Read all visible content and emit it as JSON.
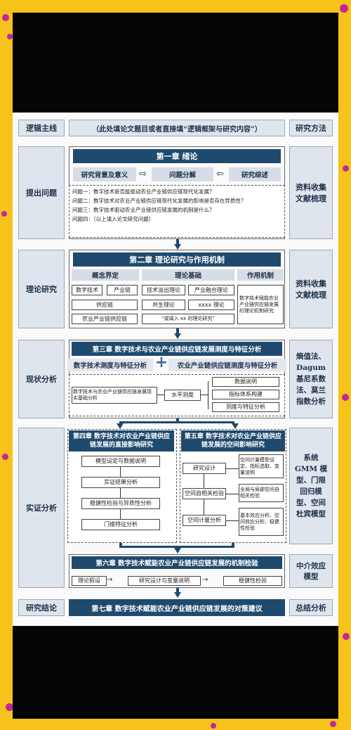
{
  "header": {
    "left_label": "逻辑主线",
    "center_label": "（此处填论文题目或者直接填“逻辑框架与研究内容”）",
    "right_label": "研究方法"
  },
  "stages": {
    "s1": "提出问题",
    "s2": "理论研究",
    "s3": "现状分析",
    "s4": "实证分析",
    "s5": "研究结论"
  },
  "methods": {
    "m1": "资料收集\n文献梳理",
    "m2": "资料收集\n文献梳理",
    "m3": "熵值法、Dagum 基尼系数法、莫兰指数分析",
    "m4": "系统GMM 模型、门限回归模型、空间杜宾模型",
    "m5": "中介效应模型",
    "m6": "总结分析"
  },
  "ch1": {
    "title": "第一章 绪论",
    "steps": [
      "研究背景及意义",
      "问题分解",
      "研究综述"
    ],
    "questions": [
      "问题一：数字技术是否能驱动农业产业链供应链现代化发展？",
      "问题二：数字技术对农业产业链供应链现代化发展的影响是否存在异质性？",
      "问题三：数字技术驱动农业产业链供应链发展的机制是什么？",
      "问题四：（以上填入论文研究问题）"
    ]
  },
  "ch2": {
    "title": "第二章 理论研究与作用机制",
    "col1_title": "概念界定",
    "col1_items": [
      "数字技术",
      "产业链",
      "供应链",
      "农业产业链供应链"
    ],
    "col2_title": "理论基础",
    "col2_items": [
      "技术溢出理论",
      "产业融合理论",
      "共生理论",
      "xxxx 理论",
      "“或填入 xx 的理论研究”"
    ],
    "col3_title": "作用机制",
    "col3_text": "数字技术赋能农业产业链供应链发展的理论机制研究"
  },
  "ch3": {
    "title": "第三章 数字技术与农业产业链供应链发展测度与特征分析",
    "left_sub": "数字技术测度与特征分析",
    "plus": "+",
    "right_sub": "农业产业链供应链测度与特征分析",
    "basis": "数字技术与农业产业链供应链发展现实基础分析",
    "level": "水平测度",
    "items": [
      "数据说明",
      "指标体系构建",
      "测度与特征分析"
    ]
  },
  "ch4": {
    "title": "第四章 数字技术对农业产业链供应链发展的直接影响研究",
    "steps": [
      "模型设定与数据说明",
      "实证结果分析",
      "稳健性检验与异质性分析",
      "门槛特征分析"
    ]
  },
  "ch5": {
    "title": "第五章 数字技术对农业产业链供应链发展的空间影响研究",
    "left": [
      "研究设计",
      "空间自相关检验",
      "空间计量分析"
    ],
    "right": [
      "空间计量模型设定、指标选取、变量说明",
      "全局与局部空间自相关检验",
      "基本效应分析、空间效应分析、稳健性检验"
    ]
  },
  "ch6": {
    "title": "第六章 数字技术赋能农业产业链供应链发展的机制检验",
    "steps": [
      "理论假设",
      "研究设计与变量说明",
      "稳健性检验"
    ]
  },
  "ch7": {
    "title": "第七章 数字技术赋能农业产业链供应链发展的对策建议"
  }
}
